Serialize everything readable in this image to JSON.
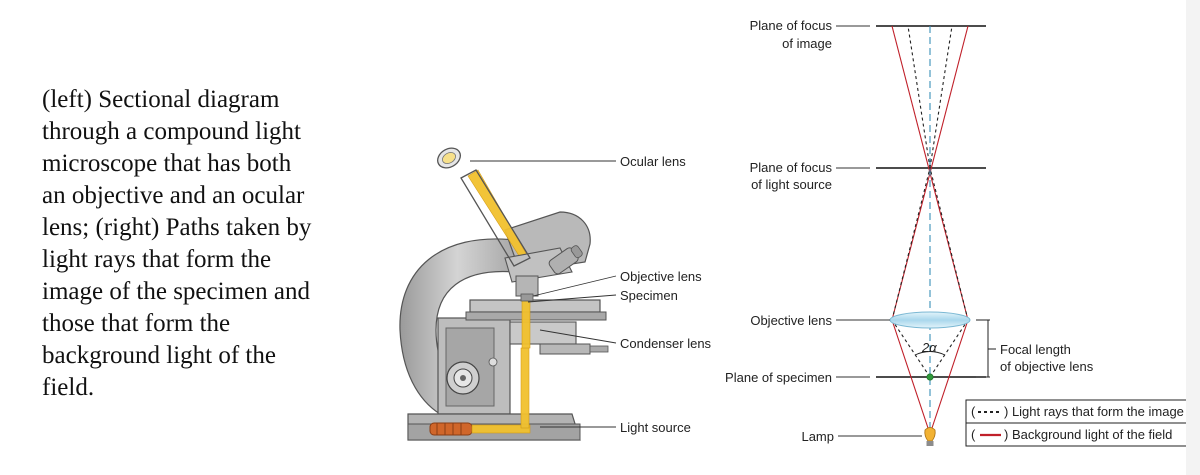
{
  "caption": [
    "(left) Sectional diagram",
    "through a compound light",
    "microscope that has both",
    "an objective and an ocular",
    "lens; (right) Paths taken by",
    "light rays that form the",
    "image of the specimen and",
    "those that form the",
    "background light of the",
    "field."
  ],
  "microscope_labels": {
    "ocular": "Ocular lens",
    "objective": "Objective lens",
    "specimen": "Specimen",
    "condenser": "Condenser lens",
    "light_source": "Light source"
  },
  "ray_labels": {
    "focus_image_1": "Plane of focus",
    "focus_image_2": "of image",
    "focus_source_1": "Plane of focus",
    "focus_source_2": "of light source",
    "objective": "Objective lens",
    "specimen": "Plane of specimen",
    "lamp": "Lamp",
    "angle": "2α",
    "focal_1": "Focal length",
    "focal_2": "of objective lens"
  },
  "legend": {
    "image_rays_open": "(",
    "image_rays_close": ") Light rays that form the image",
    "background_open": "(",
    "background_close": ") Background light of the field"
  },
  "colors": {
    "light_beam": "#f2c12e",
    "red_ray": "#c0202a",
    "lens": "#bfe3f2",
    "axis": "#3a8fb7",
    "specimen_dot": "#2f9a3a"
  }
}
